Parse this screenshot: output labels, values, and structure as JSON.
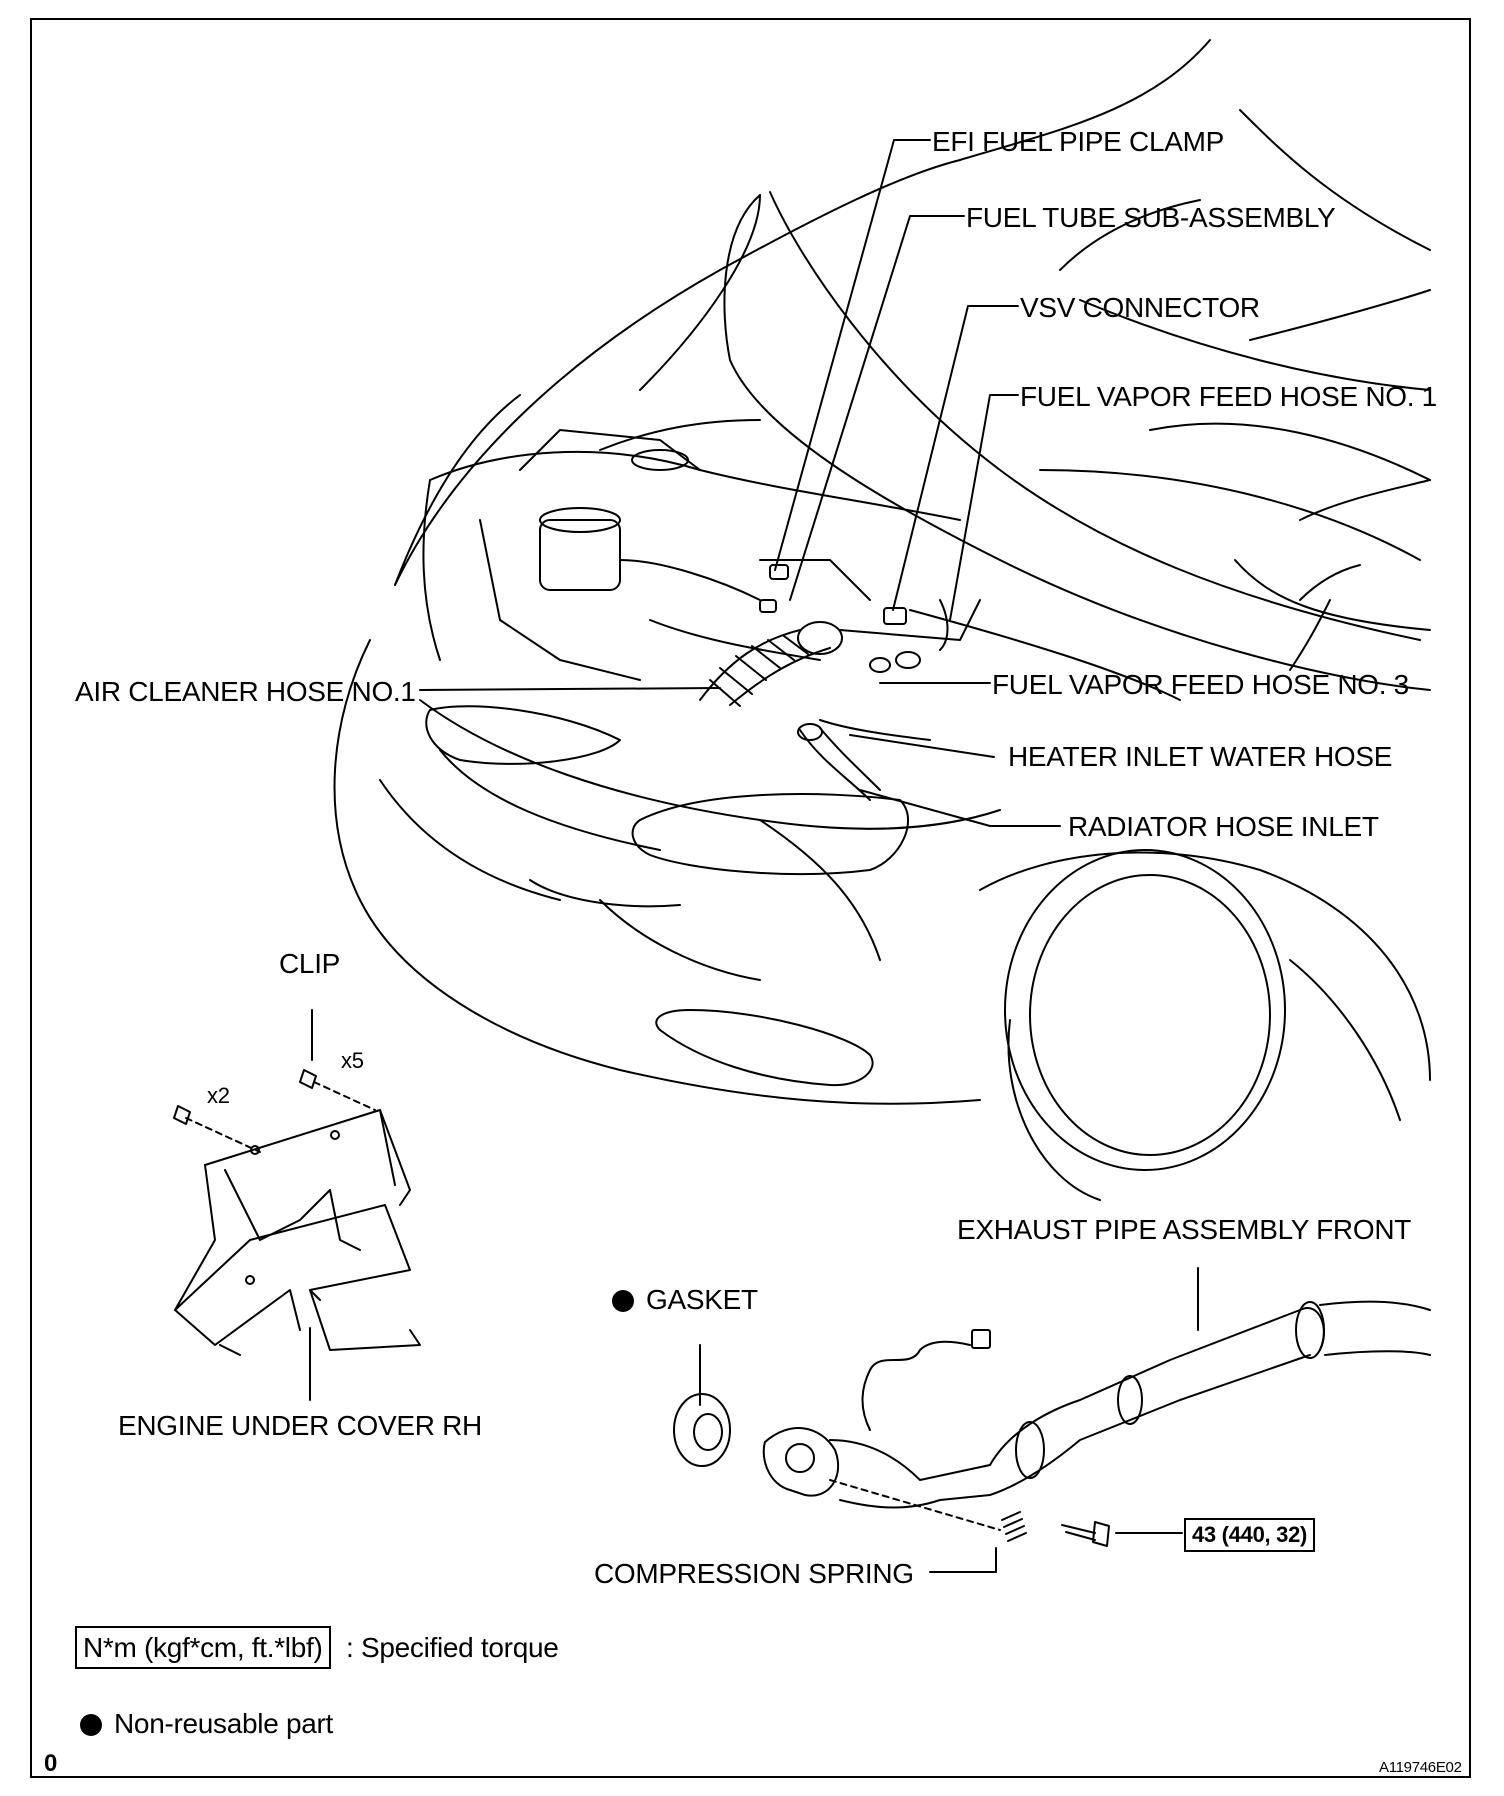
{
  "labels": {
    "efi_fuel_pipe_clamp": "EFI FUEL PIPE CLAMP",
    "fuel_tube_sub_assembly": "FUEL TUBE SUB-ASSEMBLY",
    "vsv_connector": "VSV CONNECTOR",
    "fuel_vapor_feed_hose_1": "FUEL VAPOR FEED HOSE NO. 1",
    "air_cleaner_hose_1": "AIR CLEANER HOSE NO.1",
    "fuel_vapor_feed_hose_3": "FUEL VAPOR FEED HOSE NO. 3",
    "heater_inlet_water_hose": "HEATER INLET WATER HOSE",
    "radiator_hose_inlet": "RADIATOR HOSE INLET",
    "clip": "CLIP",
    "clip_count_a": "x2",
    "clip_count_b": "x5",
    "engine_under_cover_rh": "ENGINE UNDER COVER RH",
    "exhaust_pipe_assembly_front": "EXHAUST PIPE ASSEMBLY FRONT",
    "gasket": "GASKET",
    "compression_spring": "COMPRESSION SPRING",
    "torque_value": "43 (440, 32)"
  },
  "legend": {
    "torque_units": "N*m (kgf*cm, ft.*lbf)",
    "torque_desc": ": Specified torque",
    "non_reusable": "Non-reusable part"
  },
  "footer": {
    "left_mark": "0",
    "figure_id": "A119746E02"
  }
}
